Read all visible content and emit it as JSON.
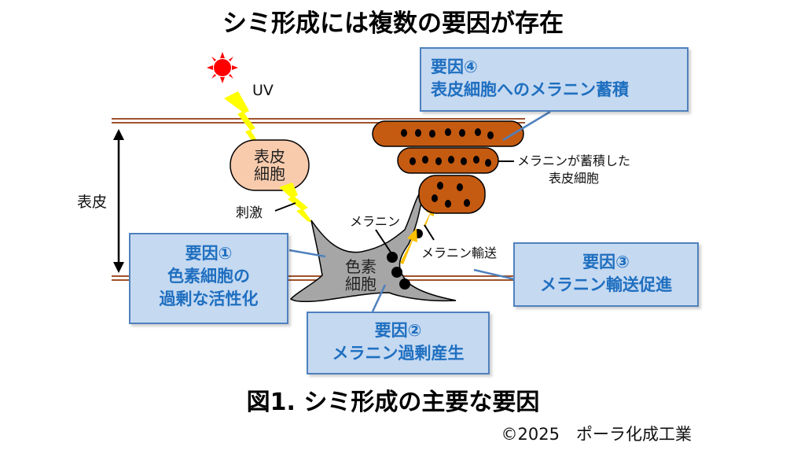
{
  "title": "シミ形成には複数の要因が存在",
  "labels": {
    "uv": "UV",
    "epidermis": "表皮",
    "epidermal_cell": [
      "表皮",
      "細胞"
    ],
    "stimulus": "刺激",
    "melanocyte": [
      "色素",
      "細胞"
    ],
    "melanin": "メラニン",
    "melanin_transport": "メラニン輸送",
    "accumulated_cell": [
      "メラニンが蓄積した",
      "表皮細胞"
    ]
  },
  "factors": [
    {
      "id": 1,
      "heading": "要因①",
      "lines": [
        "色素細胞の",
        "過剰な活性化"
      ]
    },
    {
      "id": 2,
      "heading": "要因②",
      "lines": [
        "メラニン過剰産生"
      ]
    },
    {
      "id": 3,
      "heading": "要因③",
      "lines": [
        "メラニン輸送促進"
      ]
    },
    {
      "id": 4,
      "heading": "要因④",
      "lines": [
        "表皮細胞へのメラニン蓄積"
      ]
    }
  ],
  "caption": "図1. シミ形成の主要な要因",
  "copyright": "©2025　ポーラ化成工業",
  "colors": {
    "box_fill": "#c5d9f1",
    "box_border": "#4f81bd",
    "box_text": "#1f6fc0",
    "cell_brown": "#c55a11",
    "epidermal_cell_fill": "#f8cbad",
    "melanocyte_gray": "#a6a6a6",
    "layer_line": "#a0522d",
    "sun_red": "#ff0000",
    "lightning_yellow": "#ffff00",
    "arrow_orange": "#ffc000"
  }
}
